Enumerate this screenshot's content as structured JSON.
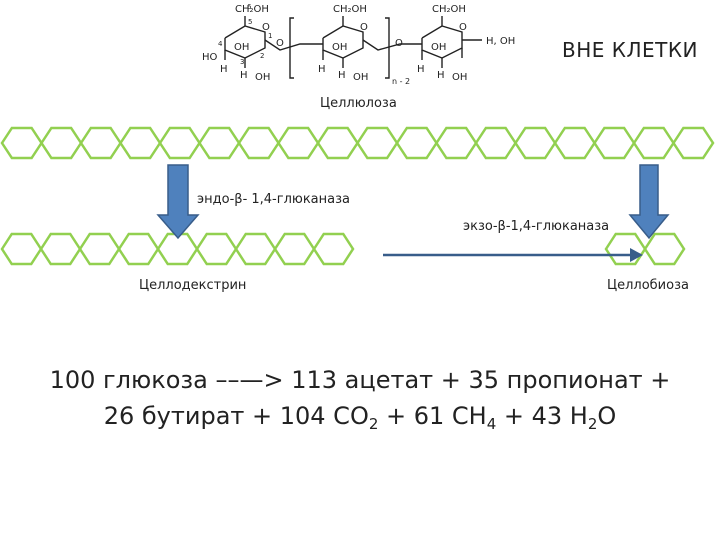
{
  "heading": "ВНЕ КЛЕТКИ",
  "structure": {
    "ch2oh": "CH₂OH",
    "atoms": {
      "H": "H",
      "O": "O",
      "OH": "OH",
      "HO": "HO"
    },
    "carbon_numbers": [
      "1",
      "2",
      "3",
      "4",
      "5",
      "6"
    ],
    "repeat_index": "n - 2",
    "end_group": "H, OH"
  },
  "labels": {
    "cellulose": "Целлюлоза",
    "endo_enzyme": "эндо-β- 1,4-глюканаза",
    "exo_enzyme": "экзо-β-1,4-глюканаза",
    "cellodextrin": "Целлодекстрин",
    "cellobiose": "Целлобиоза"
  },
  "equation": {
    "line1": "100 глюкоза ––—> 113 ацетат + 35 пропионат +",
    "line2_part1": "26 бутират + 104 CO",
    "sub1": "2",
    "line2_part2": " + 61 CH",
    "sub2": "4",
    "line2_part3": " + 43 H",
    "sub3": "2",
    "line2_part4": "O"
  },
  "colors": {
    "hexagon": "#92D050",
    "arrow_fill": "#4F81BD",
    "arrow_stroke": "#385D8A",
    "text": "#222222"
  }
}
